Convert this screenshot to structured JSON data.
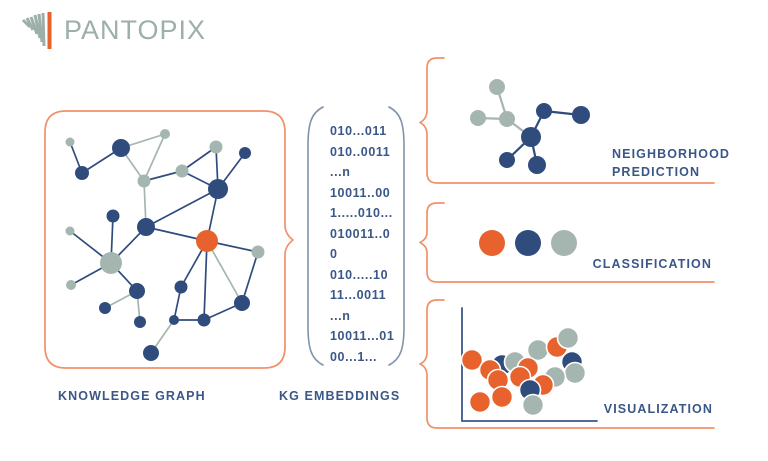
{
  "logo": {
    "text": "PANTOPIX"
  },
  "colors": {
    "navy": "#2F4C7D",
    "sage": "#A5B6B0",
    "orange": "#E7622C",
    "brace": "#F2906B",
    "slate": "#8193AB",
    "label": "#3A5787",
    "logo_gray": "#9CAFA9"
  },
  "knowledge_graph": {
    "label": "KNOWLEDGE GRAPH",
    "nodes": [
      [
        70,
        142,
        4.5,
        "sage"
      ],
      [
        121,
        148,
        9,
        "navy"
      ],
      [
        165,
        134,
        5,
        "sage"
      ],
      [
        82,
        173,
        7,
        "navy"
      ],
      [
        144,
        181,
        6.5,
        "sage"
      ],
      [
        182,
        171,
        6.5,
        "sage"
      ],
      [
        216,
        147,
        6.5,
        "sage"
      ],
      [
        245,
        153,
        6,
        "navy"
      ],
      [
        218,
        189,
        10,
        "navy"
      ],
      [
        113,
        216,
        6.5,
        "navy"
      ],
      [
        146,
        227,
        9,
        "navy"
      ],
      [
        70,
        231,
        4.5,
        "sage"
      ],
      [
        71,
        285,
        5,
        "sage"
      ],
      [
        111,
        263,
        11,
        "sage"
      ],
      [
        137,
        291,
        8,
        "navy"
      ],
      [
        105,
        308,
        6,
        "navy"
      ],
      [
        140,
        322,
        6,
        "navy"
      ],
      [
        151,
        353,
        8,
        "navy"
      ],
      [
        207,
        241,
        11,
        "orange"
      ],
      [
        258,
        252,
        6.5,
        "sage"
      ],
      [
        181,
        287,
        6.5,
        "navy"
      ],
      [
        242,
        303,
        8,
        "navy"
      ],
      [
        174,
        320,
        5,
        "navy"
      ],
      [
        204,
        320,
        6.5,
        "navy"
      ]
    ],
    "edges": [
      [
        0,
        3,
        "navy"
      ],
      [
        3,
        1,
        "navy"
      ],
      [
        1,
        2,
        "sage"
      ],
      [
        1,
        4,
        "sage"
      ],
      [
        2,
        4,
        "sage"
      ],
      [
        4,
        5,
        "navy"
      ],
      [
        4,
        10,
        "sage"
      ],
      [
        5,
        6,
        "navy"
      ],
      [
        5,
        8,
        "navy"
      ],
      [
        6,
        8,
        "navy"
      ],
      [
        7,
        8,
        "navy"
      ],
      [
        8,
        18,
        "navy"
      ],
      [
        8,
        10,
        "navy"
      ],
      [
        9,
        13,
        "navy"
      ],
      [
        10,
        18,
        "navy"
      ],
      [
        11,
        13,
        "navy"
      ],
      [
        12,
        13,
        "navy"
      ],
      [
        13,
        14,
        "navy"
      ],
      [
        13,
        10,
        "navy"
      ],
      [
        14,
        15,
        "sage"
      ],
      [
        14,
        16,
        "sage"
      ],
      [
        22,
        17,
        "sage"
      ],
      [
        18,
        19,
        "navy"
      ],
      [
        18,
        20,
        "navy"
      ],
      [
        18,
        21,
        "sage"
      ],
      [
        18,
        23,
        "navy"
      ],
      [
        19,
        21,
        "navy"
      ],
      [
        20,
        22,
        "navy"
      ],
      [
        21,
        23,
        "navy"
      ],
      [
        22,
        23,
        "navy"
      ]
    ]
  },
  "embeddings": {
    "label": "KG EMBEDDINGS",
    "lines": [
      "010...011",
      "010..0011",
      "...n",
      "10011..00",
      "1.....010...",
      "010011..0",
      "0",
      "010.....10",
      "11...0011",
      "...n",
      "10011...01",
      "00...1..."
    ]
  },
  "outputs": {
    "neighborhood": {
      "label_line1": "NEIGHBORHOOD",
      "label_line2": "PREDICTION",
      "nodes": [
        [
          497,
          87,
          8,
          "sage"
        ],
        [
          478,
          118,
          8,
          "sage"
        ],
        [
          507,
          119,
          8,
          "sage"
        ],
        [
          544,
          111,
          8,
          "navy"
        ],
        [
          581,
          115,
          9,
          "navy"
        ],
        [
          531,
          137,
          10,
          "navy"
        ],
        [
          507,
          160,
          8,
          "navy"
        ],
        [
          537,
          165,
          9,
          "navy"
        ]
      ],
      "edges": [
        [
          0,
          2,
          "sage"
        ],
        [
          1,
          2,
          "sage"
        ],
        [
          2,
          5,
          "sage"
        ],
        [
          5,
          3,
          "navy"
        ],
        [
          3,
          4,
          "navy"
        ],
        [
          5,
          6,
          "navy"
        ],
        [
          5,
          7,
          "navy"
        ]
      ]
    },
    "classification": {
      "label": "CLASSIFICATION",
      "dots": [
        [
          492,
          243,
          13,
          "orange"
        ],
        [
          528,
          243,
          13,
          "navy"
        ],
        [
          564,
          243,
          13,
          "sage"
        ]
      ]
    },
    "visualization": {
      "label": "VISUALIZATION",
      "points": [
        [
          472,
          360,
          "orange"
        ],
        [
          502,
          365,
          "navy"
        ],
        [
          515,
          362,
          "sage"
        ],
        [
          538,
          350,
          "sage"
        ],
        [
          557,
          347,
          "orange"
        ],
        [
          568,
          338,
          "sage"
        ],
        [
          572,
          362,
          "navy"
        ],
        [
          575,
          373,
          "sage"
        ],
        [
          490,
          370,
          "orange"
        ],
        [
          528,
          368,
          "orange"
        ],
        [
          498,
          380,
          "orange"
        ],
        [
          520,
          377,
          "orange"
        ],
        [
          555,
          377,
          "sage"
        ],
        [
          543,
          385,
          "orange"
        ],
        [
          530,
          390,
          "navy"
        ],
        [
          480,
          402,
          "orange"
        ],
        [
          502,
          397,
          "orange"
        ],
        [
          533,
          405,
          "sage"
        ]
      ]
    }
  }
}
